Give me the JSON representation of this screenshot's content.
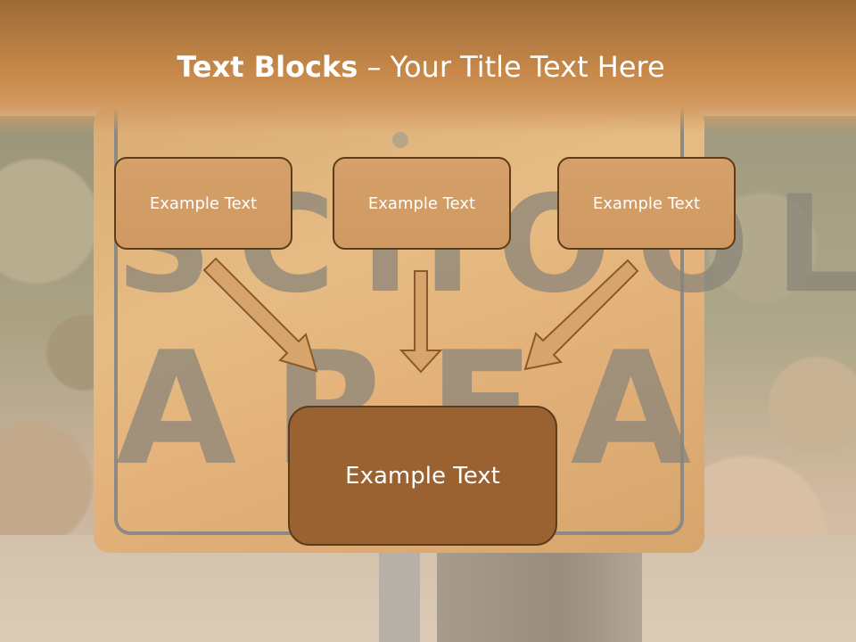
{
  "slide": {
    "title_bold": "Text Blocks",
    "title_dash": " – ",
    "title_rest": "Your Title Text Here"
  },
  "boxes": {
    "box1": "Example Text",
    "box2": "Example Text",
    "box3": "Example Text",
    "main": "Example Text"
  },
  "background": {
    "sign_line1": "SCHOOL",
    "sign_line2": "AREA"
  },
  "colors": {
    "title_band": "#c8894a",
    "box_fill": "#d6a06a",
    "box_border": "#5e3b19",
    "main_box_fill": "#9a6131",
    "arrow_fill": "#d7a46c"
  }
}
